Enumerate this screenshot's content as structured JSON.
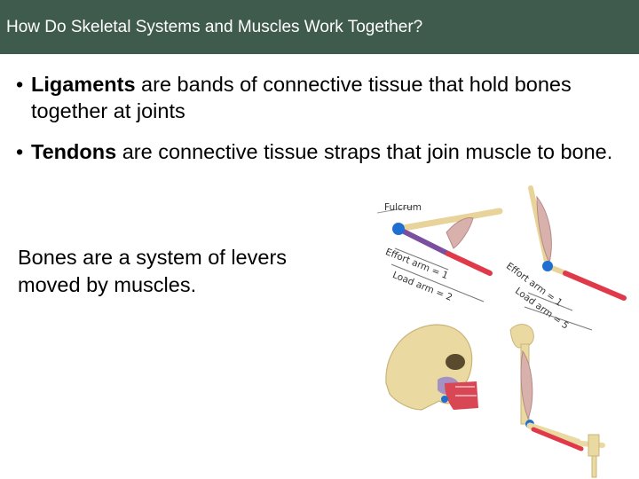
{
  "slide": {
    "title": "How Do Skeletal Systems and Muscles Work Together?",
    "bullets": [
      {
        "term": "Ligaments",
        "text": " are bands of connective tissue that hold bones together at joints"
      },
      {
        "term": "Tendons",
        "text": " are connective tissue straps that join muscle to bone."
      }
    ],
    "body_text": "Bones are a system of levers moved by muscles.",
    "bullet_symbol": "•"
  },
  "figure": {
    "labels": {
      "fulcrum": "Fulcrum",
      "effort_left": "Effort arm = 1",
      "load_left": "Load arm = 2",
      "effort_right": "Effort arm = 1",
      "load_right": "Load arm = 5"
    }
  },
  "colors": {
    "title_bar": "#3f5b4d",
    "fulcrum_dot": "#1e6fd0",
    "effort_arm": "#7a4fa0",
    "load_arm": "#e03a4a",
    "bone": "#ead9a0",
    "muscle": "#d9b1ac"
  }
}
